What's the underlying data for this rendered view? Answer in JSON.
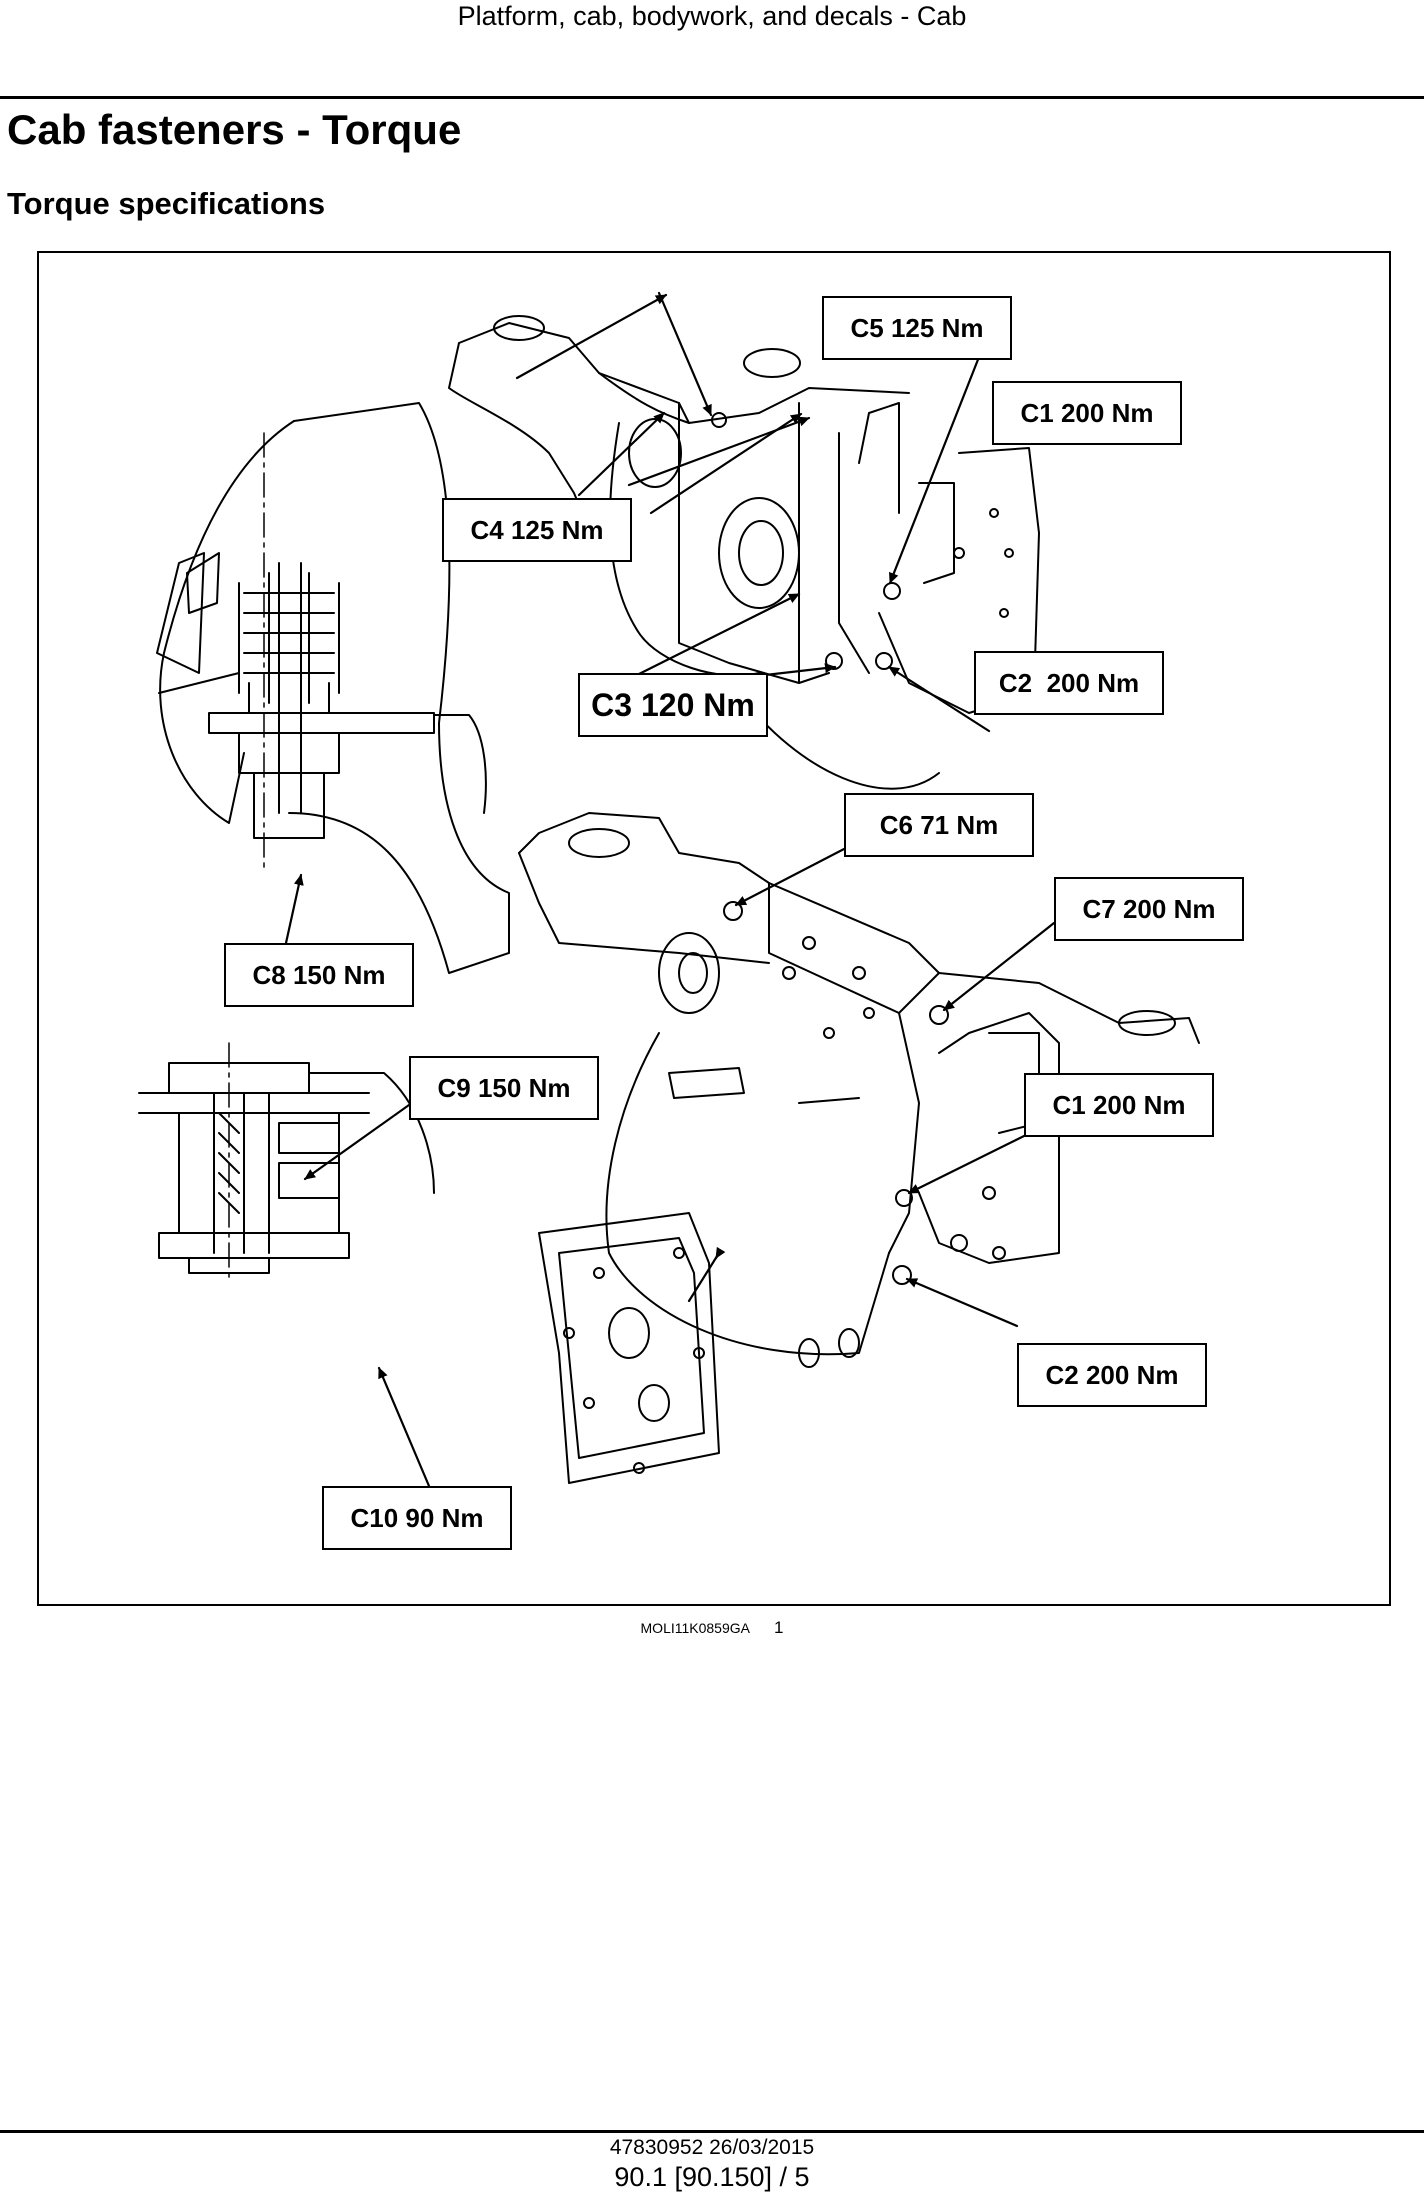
{
  "header": {
    "running_title": "Platform, cab, bodywork, and decals - Cab"
  },
  "page_title": "Cab fasteners - Torque",
  "subtitle": "Torque specifications",
  "figure": {
    "callouts": [
      {
        "id": "c5",
        "label": "C5 125 Nm"
      },
      {
        "id": "c1_top",
        "label": "C1 200 Nm"
      },
      {
        "id": "c4",
        "label": "C4 125 Nm"
      },
      {
        "id": "c3",
        "label": "C3 120 Nm"
      },
      {
        "id": "c2_top",
        "label": "C2  200 Nm"
      },
      {
        "id": "c6",
        "label": "C6 71 Nm"
      },
      {
        "id": "c7",
        "label": "C7 200 Nm"
      },
      {
        "id": "c8",
        "label": "C8 150 Nm"
      },
      {
        "id": "c9",
        "label": "C9 150 Nm"
      },
      {
        "id": "c1_bottom",
        "label": "C1 200 Nm"
      },
      {
        "id": "c2_bottom",
        "label": "C2 200 Nm"
      },
      {
        "id": "c10",
        "label": "C10 90 Nm"
      }
    ],
    "reference_code": "MOLI11K0859GA",
    "figure_number": "1"
  },
  "footer": {
    "doc_id": "47830952 26/03/2015",
    "page_number": "90.1 [90.150] / 5"
  }
}
